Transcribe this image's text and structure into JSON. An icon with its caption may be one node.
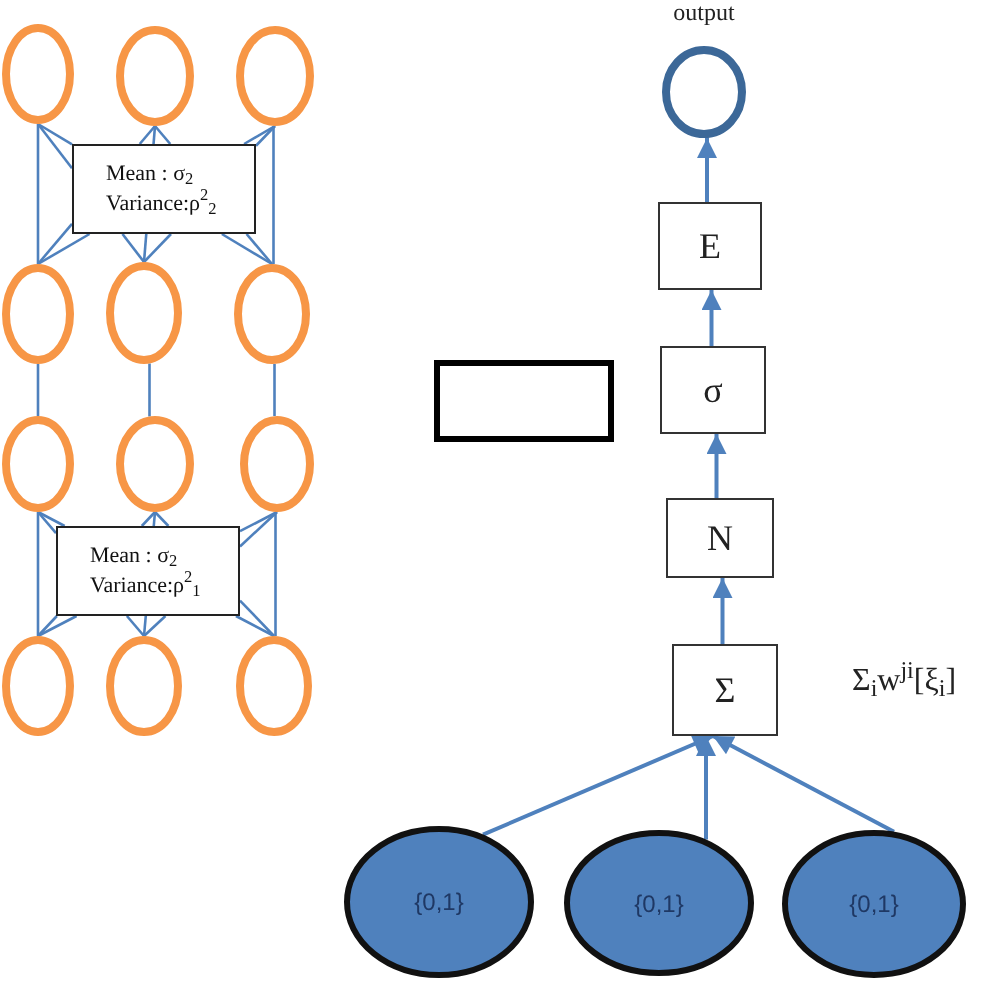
{
  "diagram": {
    "nodes": [
      {
        "text": [],
        "shape": "circle"
      },
      {
        "text": [],
        "shape": "circle"
      },
      {
        "text": [],
        "shape": "circle"
      },
      {
        "text": [
          "Mean : σ$_{2}$",
          "Variance:ρ$^{2}$$_{2}$"
        ]
      },
      {
        "text": [],
        "shape": "circle"
      },
      {
        "text": [],
        "shape": "circle"
      },
      {
        "text": [],
        "shape": "circle"
      },
      {
        "text": [],
        "shape": "circle"
      },
      {
        "text": [],
        "shape": "circle"
      },
      {
        "text": [],
        "shape": "circle"
      },
      {
        "text": [
          "Mean : σ$_{2}$",
          "Variance:ρ$^{2}$$_{1}$"
        ]
      },
      {
        "text": [],
        "shape": "circle"
      },
      {
        "text": [],
        "shape": "circle"
      },
      {
        "text": [],
        "shape": "circle"
      },
      {
        "text": [],
        "shape": "circle",
        "beside": [
          "output"
        ]
      },
      {
        "text": [
          "E"
        ]
      },
      {
        "text": [],
        "shape": "box"
      },
      {
        "text": [
          "σ"
        ]
      },
      {
        "text": [
          "N"
        ]
      },
      {
        "text": [
          "Σ"
        ],
        "beside": [
          "Σ$_{i}$w$^{ji}$[ξ$_{i}$]"
        ]
      },
      {
        "text": [
          "{0,1}"
        ]
      },
      {
        "text": [
          "{0,1}"
        ]
      },
      {
        "text": [
          "{0,1}"
        ]
      }
    ],
    "edges": [
      {
        "from": 0,
        "to": 4,
        "arrow": "none"
      },
      {
        "from": 0,
        "to": 3,
        "arrow": "none"
      },
      {
        "from": 0,
        "to": 3,
        "arrow": "none"
      },
      {
        "from": 1,
        "to": 3,
        "arrow": "none"
      },
      {
        "from": 1,
        "to": 3,
        "arrow": "none"
      },
      {
        "from": 1,
        "to": 3,
        "arrow": "none"
      },
      {
        "from": 2,
        "to": 3,
        "arrow": "none"
      },
      {
        "from": 2,
        "to": 3,
        "arrow": "none"
      },
      {
        "from": 2,
        "to": 6,
        "arrow": "none"
      },
      {
        "from": 3,
        "to": 4,
        "arrow": "none"
      },
      {
        "from": 3,
        "to": 4,
        "arrow": "none"
      },
      {
        "from": 3,
        "to": 5,
        "arrow": "none"
      },
      {
        "from": 3,
        "to": 5,
        "arrow": "none"
      },
      {
        "from": 3,
        "to": 5,
        "arrow": "none"
      },
      {
        "from": 3,
        "to": 6,
        "arrow": "none"
      },
      {
        "from": 3,
        "to": 6,
        "arrow": "none"
      },
      {
        "from": 4,
        "to": 7,
        "arrow": "none"
      },
      {
        "from": 5,
        "to": 8,
        "arrow": "none"
      },
      {
        "from": 6,
        "to": 9,
        "arrow": "none"
      },
      {
        "from": 7,
        "to": 11,
        "arrow": "none"
      },
      {
        "from": 7,
        "to": 10,
        "arrow": "none"
      },
      {
        "from": 7,
        "to": 10,
        "arrow": "none"
      },
      {
        "from": 8,
        "to": 10,
        "arrow": "none"
      },
      {
        "from": 8,
        "to": 10,
        "arrow": "none"
      },
      {
        "from": 8,
        "to": 10,
        "arrow": "none"
      },
      {
        "from": 9,
        "to": 10,
        "arrow": "none"
      },
      {
        "from": 9,
        "to": 10,
        "arrow": "none"
      },
      {
        "from": 9,
        "to": 13,
        "arrow": "none"
      },
      {
        "from": 10,
        "to": 11,
        "arrow": "none"
      },
      {
        "from": 10,
        "to": 11,
        "arrow": "none"
      },
      {
        "from": 10,
        "to": 12,
        "arrow": "none"
      },
      {
        "from": 10,
        "to": 12,
        "arrow": "none"
      },
      {
        "from": 10,
        "to": 12,
        "arrow": "none"
      },
      {
        "from": 10,
        "to": 13,
        "arrow": "none"
      },
      {
        "from": 10,
        "to": 13,
        "arrow": "none"
      },
      {
        "from": 19,
        "to": 18,
        "arrow": "to"
      },
      {
        "from": 18,
        "to": 17,
        "arrow": "to"
      },
      {
        "from": 17,
        "to": 15,
        "arrow": "to"
      },
      {
        "from": 15,
        "to": 14,
        "arrow": "to"
      },
      {
        "from": 20,
        "to": 19,
        "arrow": "to"
      },
      {
        "from": 21,
        "to": 19,
        "arrow": "to"
      },
      {
        "from": 22,
        "to": 19,
        "arrow": "to"
      }
    ]
  }
}
